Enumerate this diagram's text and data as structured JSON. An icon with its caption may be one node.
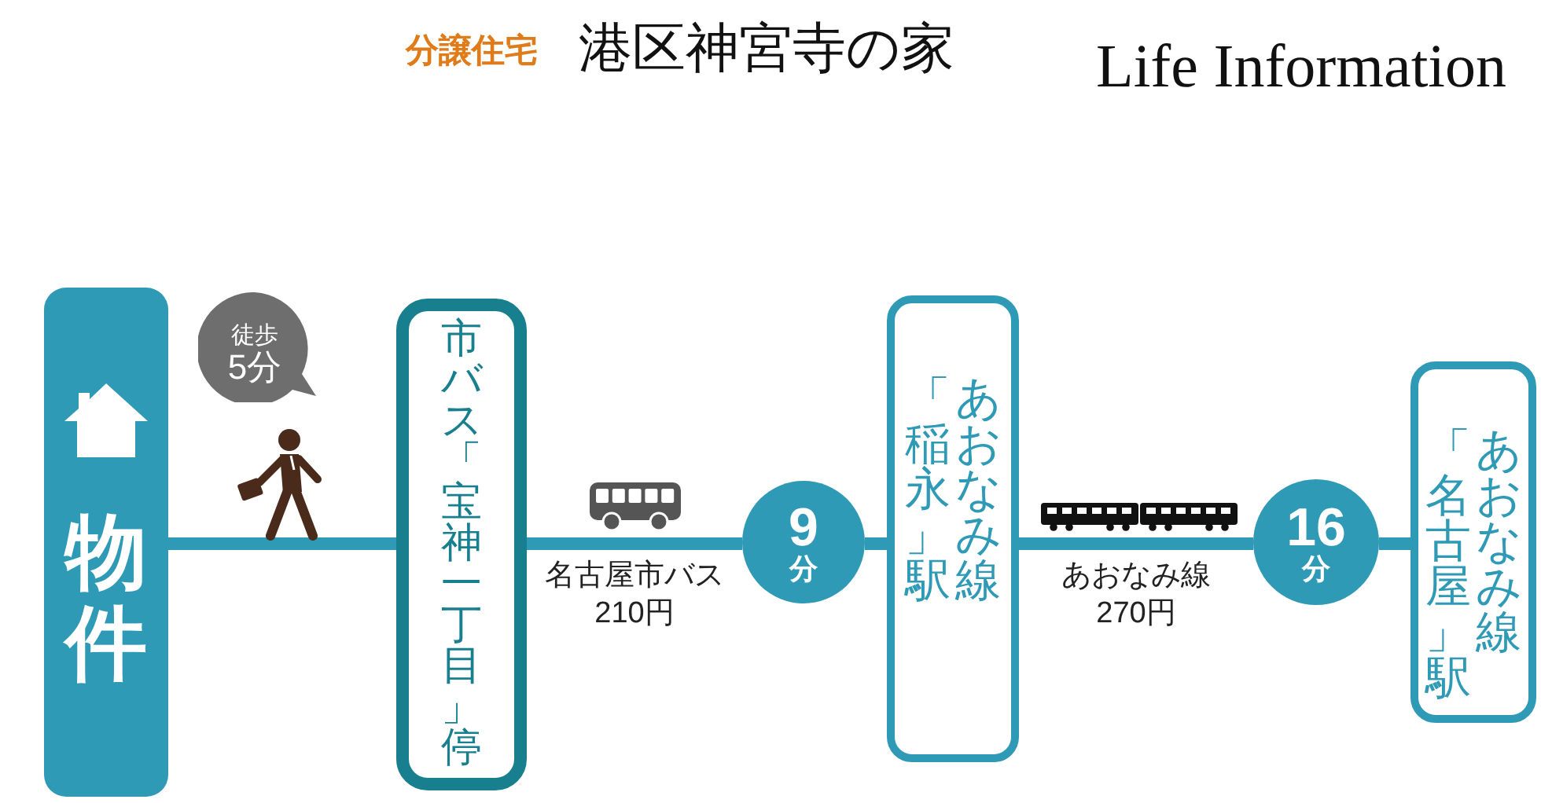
{
  "diagram": {
    "title": "港区神宮寺の家",
    "nodes": [
      {
        "text": [
          "物件"
        ]
      },
      {
        "text": [
          "徒歩5分"
        ]
      },
      {
        "text": [
          "市バス「宝神一丁目」停"
        ]
      },
      {
        "text": [
          "9分"
        ]
      },
      {
        "text": [
          "あおなみ線「稲永」駅"
        ]
      },
      {
        "text": [
          "16分"
        ]
      },
      {
        "text": [
          "あおなみ線「名古屋」駅"
        ]
      }
    ],
    "edges": [
      {
        "from": 0,
        "to": 2,
        "arrow": "none"
      },
      {
        "from": 2,
        "to": 3,
        "arrow": "none",
        "label": "名古屋市バス210円"
      },
      {
        "from": 3,
        "to": 4,
        "arrow": "none"
      },
      {
        "from": 4,
        "to": 5,
        "arrow": "none",
        "label": "あおなみ線270円"
      },
      {
        "from": 5,
        "to": 6,
        "arrow": "none"
      }
    ],
    "labels": [
      "分譲住宅",
      "Life Information"
    ]
  }
}
